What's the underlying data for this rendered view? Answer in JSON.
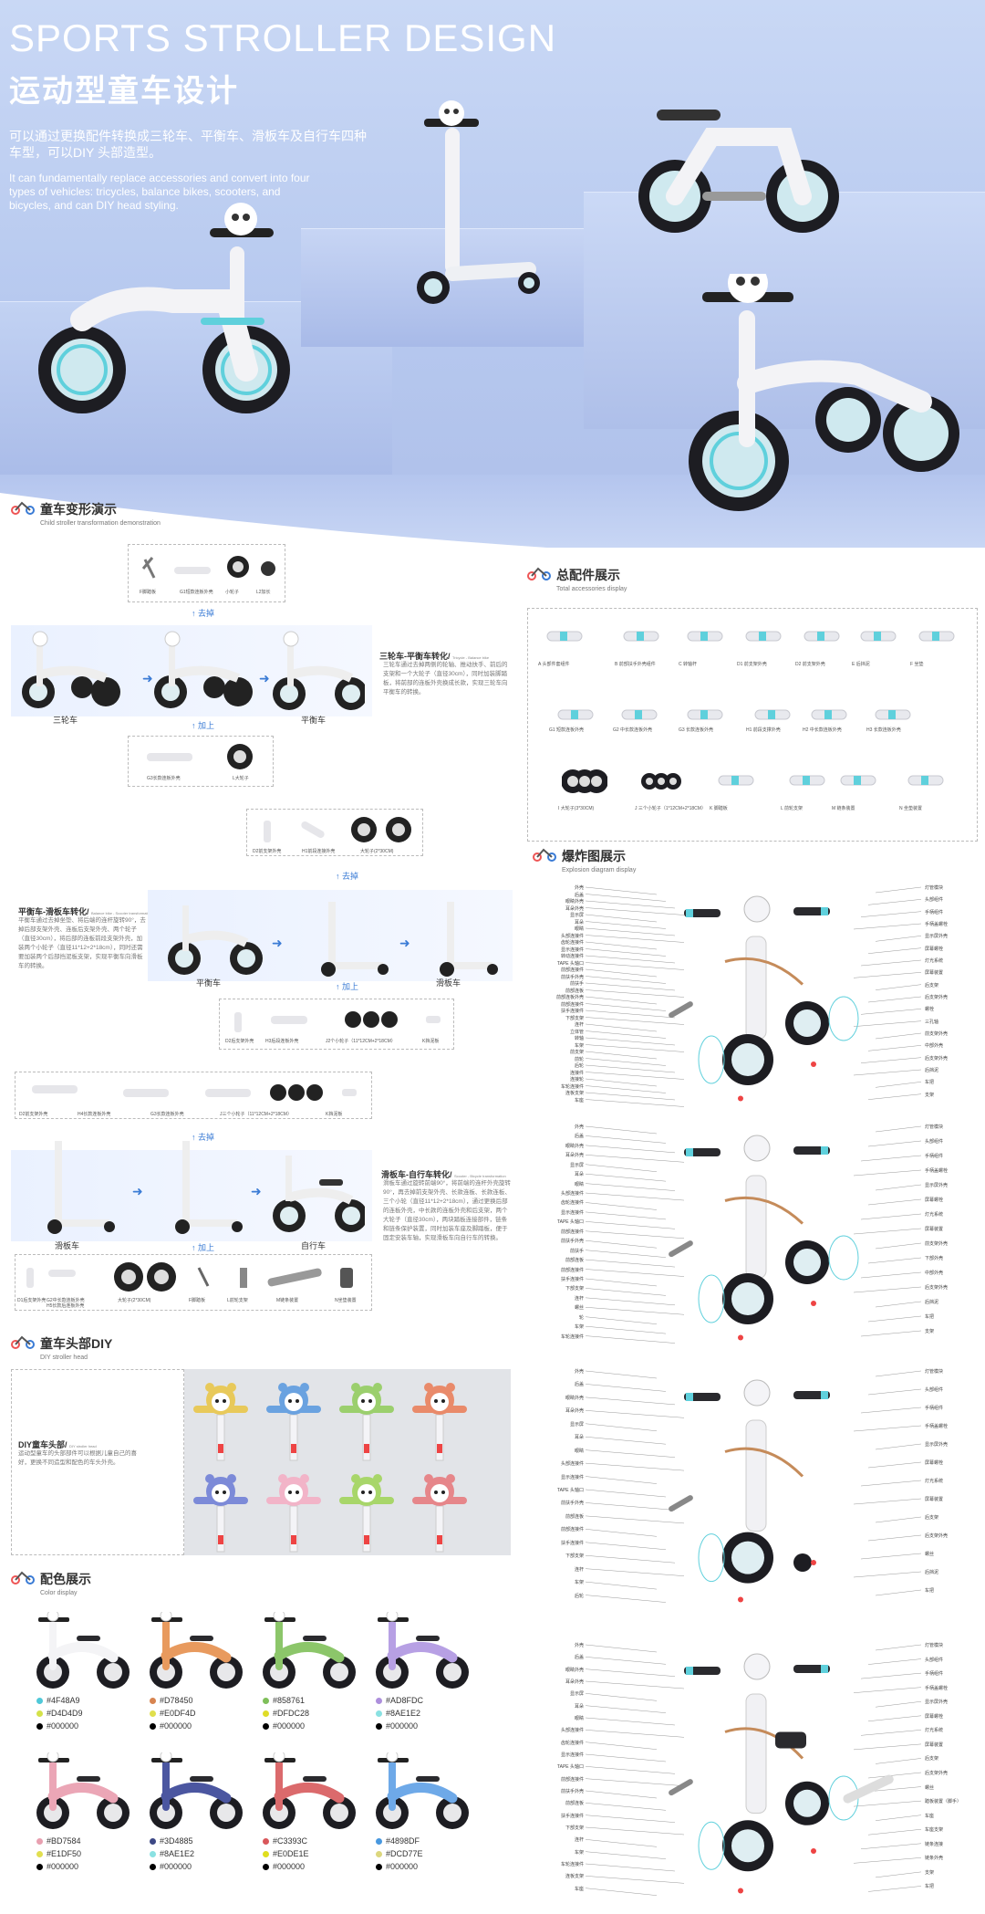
{
  "hero": {
    "title_en": "SPORTS STROLLER DESIGN",
    "title_cn": "运动型童车设计",
    "desc_cn": "可以通过更换配件转换成三轮车、平衡车、滑板车及自行车四种车型，可以DIY 头部造型。",
    "desc_en": "It can fundamentally replace accessories and convert into four types of vehicles: tricycles, balance bikes, scooters, and bicycles, and can DIY head styling."
  },
  "transform": {
    "title": "童车变形演示",
    "subtitle": "Child stroller transformation demonstration",
    "remove": "去掉",
    "add": "加上",
    "stage1": {
      "from": "三轮车",
      "to": "平衡车",
      "heading": "三轮车-平衡车转化",
      "heading_en": "Tricycle - Balance bike",
      "desc": "三轮车通过去掉两侧的轮轴、推动扶手、前后的支架和一个大轮子（直径30cm），同时加装脚踏板，将前部的连板外壳换成长款，实现三轮车向平衡车的转换。",
      "top_parts": [
        "F脚踏板",
        "G1短款连板外壳",
        "小轮子",
        "L2加长"
      ],
      "bottom_parts": [
        "G3长款连板外壳",
        "L大轮子"
      ]
    },
    "stage2": {
      "from": "平衡车",
      "to": "滑板车",
      "heading": "平衡车-滑板车转化",
      "heading_en": "Balance bike - Scooter transformation",
      "desc": "平衡车通过去掉坐垫、将后端的连杆旋转90°，去掉后部支架外壳、连板后支架外壳、两个轮子（直径30cm），将后部的连板前段支架外壳，加装两个小轮子（直径11*12+2*18cm），同时还需要加装两个后部挡泥板支架，实现平衡车向滑板车的转换。",
      "top_parts": [
        "D2前支架外壳",
        "H1前段连接外壳",
        "大轮子(2*30CM)"
      ],
      "bottom_parts": [
        "D2后支架外壳",
        "H3后段连板外壳",
        "J2个小轮子（11*12CM+2*18CM）",
        "K挡泥板"
      ]
    },
    "stage3": {
      "from": "滑板车",
      "to": "自行车",
      "heading": "滑板车-自行车转化",
      "heading_en": "Scooter - Bicycle transformation",
      "desc": "滑板车通过旋转前端90°，将前端的连杆外壳旋转90°，再去掉前支架外壳、长款连板、长款连板、三个小轮（直径11*12+2*18cm），通过更换后部的连板外壳，中长款的连板外壳和后支架，两个大轮子（直径30cm），两块踏板连接部件，链条和链条保护装置，同时加装车座及脚踏板，便于固定安装车轴，实现滑板车向自行车的转换。",
      "top_parts": [
        "D2前支架外壳",
        "H4长款连板外壳",
        "G3长款连板外壳",
        "J三个小轮子（11*12CM+2*18CM）",
        "K挡泥板"
      ],
      "bottom_parts": [
        "D1后支架外壳",
        "G2中长款连板外壳",
        "H5长款后连板外壳",
        "大轮子(2*30CM)",
        "F脚踏板",
        "L前轮支架",
        "M链条装置",
        "N坐垫装置"
      ]
    }
  },
  "accessories": {
    "title": "总配件展示",
    "subtitle": "Total accessories display",
    "row1": [
      "A 头部件套组件",
      "B 前部扶手外壳组件",
      "C 转轴杆",
      "D1 前支架外壳",
      "D2 前支架外壳",
      "E 后挡泥",
      "F 坐垫"
    ],
    "row2": [
      "G1 短款连板外壳",
      "G2 中长款连板外壳",
      "G3 长款连板外壳",
      "H1 前段支撑外壳",
      "H2 中长款连板外壳",
      "H3 长款连板外壳"
    ],
    "row3": [
      "I 大轮子(3*30CM)",
      "J 三个小轮子（1*12CM+2*18CM）",
      "K 脚踏板",
      "L 前轮支架",
      "M 链条装置",
      "N 坐垫装置"
    ]
  },
  "explosion": {
    "title": "爆炸图展示",
    "subtitle": "Explosion diagram display",
    "d1_left": [
      "外壳",
      "后盖",
      "眼睛外壳",
      "耳朵外壳",
      "显示屏",
      "耳朵",
      "眼睛",
      "头部连接件",
      "齿轮连接件",
      "显示连接件",
      "转动连接件",
      "TAPE 头轴口",
      "前部连接件",
      "前扶手外壳",
      "前扶手",
      "前部连板",
      "前部连板外壳",
      "前部连接件",
      "扶手连接件",
      "下部支架",
      "连杆",
      "立体管",
      "转轴",
      "车架",
      "前支架",
      "前轮",
      "后轮",
      "连接件",
      "连接轮",
      "车轮连接件",
      "连板支架",
      "车座"
    ],
    "d1_right": [
      "灯管模块",
      "头部组件",
      "手柄组件",
      "手柄盖螺栓",
      "显示屏外壳",
      "屏幕螺栓",
      "灯光系统",
      "屏幕装置",
      "后支架",
      "后支架外壳",
      "螺栓",
      "三孔轴",
      "前支架外壳",
      "中部外壳",
      "后支架外壳",
      "后挡泥",
      "车把",
      "支架"
    ],
    "d2_left": [
      "外壳",
      "后盖",
      "眼睛外壳",
      "耳朵外壳",
      "显示屏",
      "耳朵",
      "眼睛",
      "头部连接件",
      "齿轮连接件",
      "显示连接件",
      "TAPE 头轴口",
      "前部连接件",
      "前扶手外壳",
      "前扶手",
      "前部连板",
      "前部连接件",
      "扶手连接件",
      "下部支架",
      "连杆",
      "螺丝",
      "轮",
      "车架",
      "车轮连接件"
    ],
    "d2_right": [
      "灯管模块",
      "头部组件",
      "手柄组件",
      "手柄盖螺栓",
      "显示屏外壳",
      "屏幕螺栓",
      "灯光系统",
      "屏幕装置",
      "前支架外壳",
      "下部外壳",
      "中部外壳",
      "后支架外壳",
      "后挡泥",
      "车把",
      "支架"
    ],
    "d3_left": [
      "外壳",
      "后盖",
      "眼睛外壳",
      "耳朵外壳",
      "显示屏",
      "耳朵",
      "眼睛",
      "头部连接件",
      "显示连接件",
      "TAPE 头轴口",
      "前扶手外壳",
      "前部连板",
      "前部连接件",
      "扶手连接件",
      "下部支架",
      "连杆",
      "车架",
      "后轮"
    ],
    "d3_right": [
      "灯管模块",
      "头部组件",
      "手柄组件",
      "手柄盖螺栓",
      "显示屏外壳",
      "屏幕螺栓",
      "灯光系统",
      "屏幕装置",
      "后支架",
      "后支架外壳",
      "螺丝",
      "后挡泥",
      "车把"
    ],
    "d4_left": [
      "外壳",
      "后盖",
      "眼睛外壳",
      "耳朵外壳",
      "显示屏",
      "耳朵",
      "眼睛",
      "头部连接件",
      "齿轮连接件",
      "显示连接件",
      "TAPE 头轴口",
      "前部连接件",
      "前扶手外壳",
      "前部连板",
      "扶手连接件",
      "下部支架",
      "连杆",
      "车架",
      "车轮连接件",
      "连板支架",
      "车座"
    ],
    "d4_right": [
      "灯管模块",
      "头部组件",
      "手柄组件",
      "手柄盖螺栓",
      "显示屏外壳",
      "屏幕螺栓",
      "灯光系统",
      "屏幕装置",
      "后支架",
      "后支架外壳",
      "螺丝",
      "踏板装置（脚手）",
      "车座",
      "车座支架",
      "链条连接",
      "链条外壳",
      "支架",
      "车把"
    ]
  },
  "diy": {
    "title": "童车头部DIY",
    "subtitle": "DIY stroller head",
    "heading": "DIY童车头部",
    "heading_en": "DIY stroller head",
    "desc": "运动型童车的头部部件可以根据儿童自己的喜好，更换不同造型和配色的车头外壳。",
    "head_colors": [
      "#e8c95a",
      "#6aa2e0",
      "#9bcf6d",
      "#e98a6a",
      "#7c8ad8",
      "#f2b4c8",
      "#a8d66a",
      "#e6868a"
    ]
  },
  "colors": {
    "title": "配色展示",
    "subtitle": "Color display",
    "items": [
      {
        "c1": "#4F48A9",
        "c2": "#D4D4D9",
        "c3": "#000000",
        "dot1": "#4fc8d8",
        "dot2": "#d4e24a",
        "body": "#f4f4f6",
        "accent": "#4fc8d8"
      },
      {
        "c1": "#D78450",
        "c2": "#E0DF4D",
        "c3": "#000000",
        "dot1": "#d78450",
        "dot2": "#e0df4d",
        "body": "#e89a5e",
        "accent": "#f1f1f1"
      },
      {
        "c1": "#858761",
        "c2": "#DFDC28",
        "c3": "#000000",
        "dot1": "#7fbf5a",
        "dot2": "#dfdc28",
        "body": "#8cc66a",
        "accent": "#f1f1f1"
      },
      {
        "c1": "#AD8FDC",
        "c2": "#8AE1E2",
        "c3": "#000000",
        "dot1": "#ad8fdc",
        "dot2": "#8ae1e2",
        "body": "#b7a0e4",
        "accent": "#f1f1f1"
      },
      {
        "c1": "#BD7584",
        "c2": "#E1DF50",
        "c3": "#000000",
        "dot1": "#e8a0b0",
        "dot2": "#e1df50",
        "body": "#eba6b6",
        "accent": "#f1f1f1"
      },
      {
        "c1": "#3D4885",
        "c2": "#8AE1E2",
        "c3": "#000000",
        "dot1": "#3d4885",
        "dot2": "#8ae1e2",
        "body": "#4b56a0",
        "accent": "#f1f1f1"
      },
      {
        "c1": "#C3393C",
        "c2": "#E0DE1E",
        "c3": "#000000",
        "dot1": "#d9575b",
        "dot2": "#e0de1e",
        "body": "#db6a6c",
        "accent": "#f1f1f1"
      },
      {
        "c1": "#4898DF",
        "c2": "#DCD77E",
        "c3": "#000000",
        "dot1": "#4898df",
        "dot2": "#dcd77e",
        "body": "#6ea9e8",
        "accent": "#f1f1f1"
      }
    ]
  },
  "palette": {
    "accent": "#5fd0dc",
    "blue": "#3a7bd5",
    "hero": "#b9cbef"
  }
}
